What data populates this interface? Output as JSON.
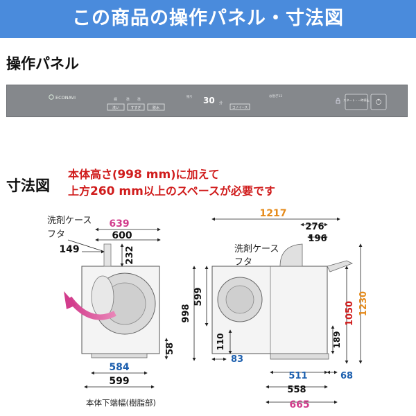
{
  "header": {
    "title": "この商品の操作パネル・寸法図"
  },
  "sections": {
    "panel_title": "操作パネル",
    "dims_title": "寸法図"
  },
  "notice": {
    "line1_a": "本体高さ(",
    "line1_b": "998 mm",
    "line1_c": ")に加えて",
    "line2_a": "上方",
    "line2_b": "260 mm",
    "line2_c": "以上のスペースが必要です"
  },
  "panel": {
    "brand": "ECONAVI",
    "display_value": "30",
    "display_unit": "分",
    "display_prefix": "残り",
    "buttons": [
      "洗い",
      "すすぎ",
      "脱水"
    ],
    "small_labels": [
      "標",
      "準",
      "準"
    ],
    "right_label": "お急ぎ12",
    "select_label": "コノイース",
    "start_label": "スタート・一時停止",
    "accent": "#85888c"
  },
  "front_view": {
    "callout_case": "洗剤ケース",
    "callout_lid": "フタ",
    "dims": {
      "w639": "639",
      "w600": "600",
      "w149": "149",
      "h232": "232",
      "h58": "58",
      "w584": "584",
      "w599": "599"
    },
    "bottom_caption": "本体下端幅(樹脂部)"
  },
  "side_view": {
    "callout_case": "洗剤ケース",
    "callout_lid": "フタ",
    "dims": {
      "w1217": "1217",
      "w276": "276",
      "w196": "196",
      "h599": "599",
      "h998": "998",
      "h110": "110",
      "h83": "83",
      "h189": "189",
      "h1050": "1050",
      "h1230": "1230",
      "w511": "511",
      "w68": "68",
      "w558": "558",
      "w665": "665"
    }
  },
  "colors": {
    "banner": "#4a8bdc",
    "red": "#d01c1c",
    "blue": "#1c5fae",
    "orange": "#e58a1a"
  }
}
